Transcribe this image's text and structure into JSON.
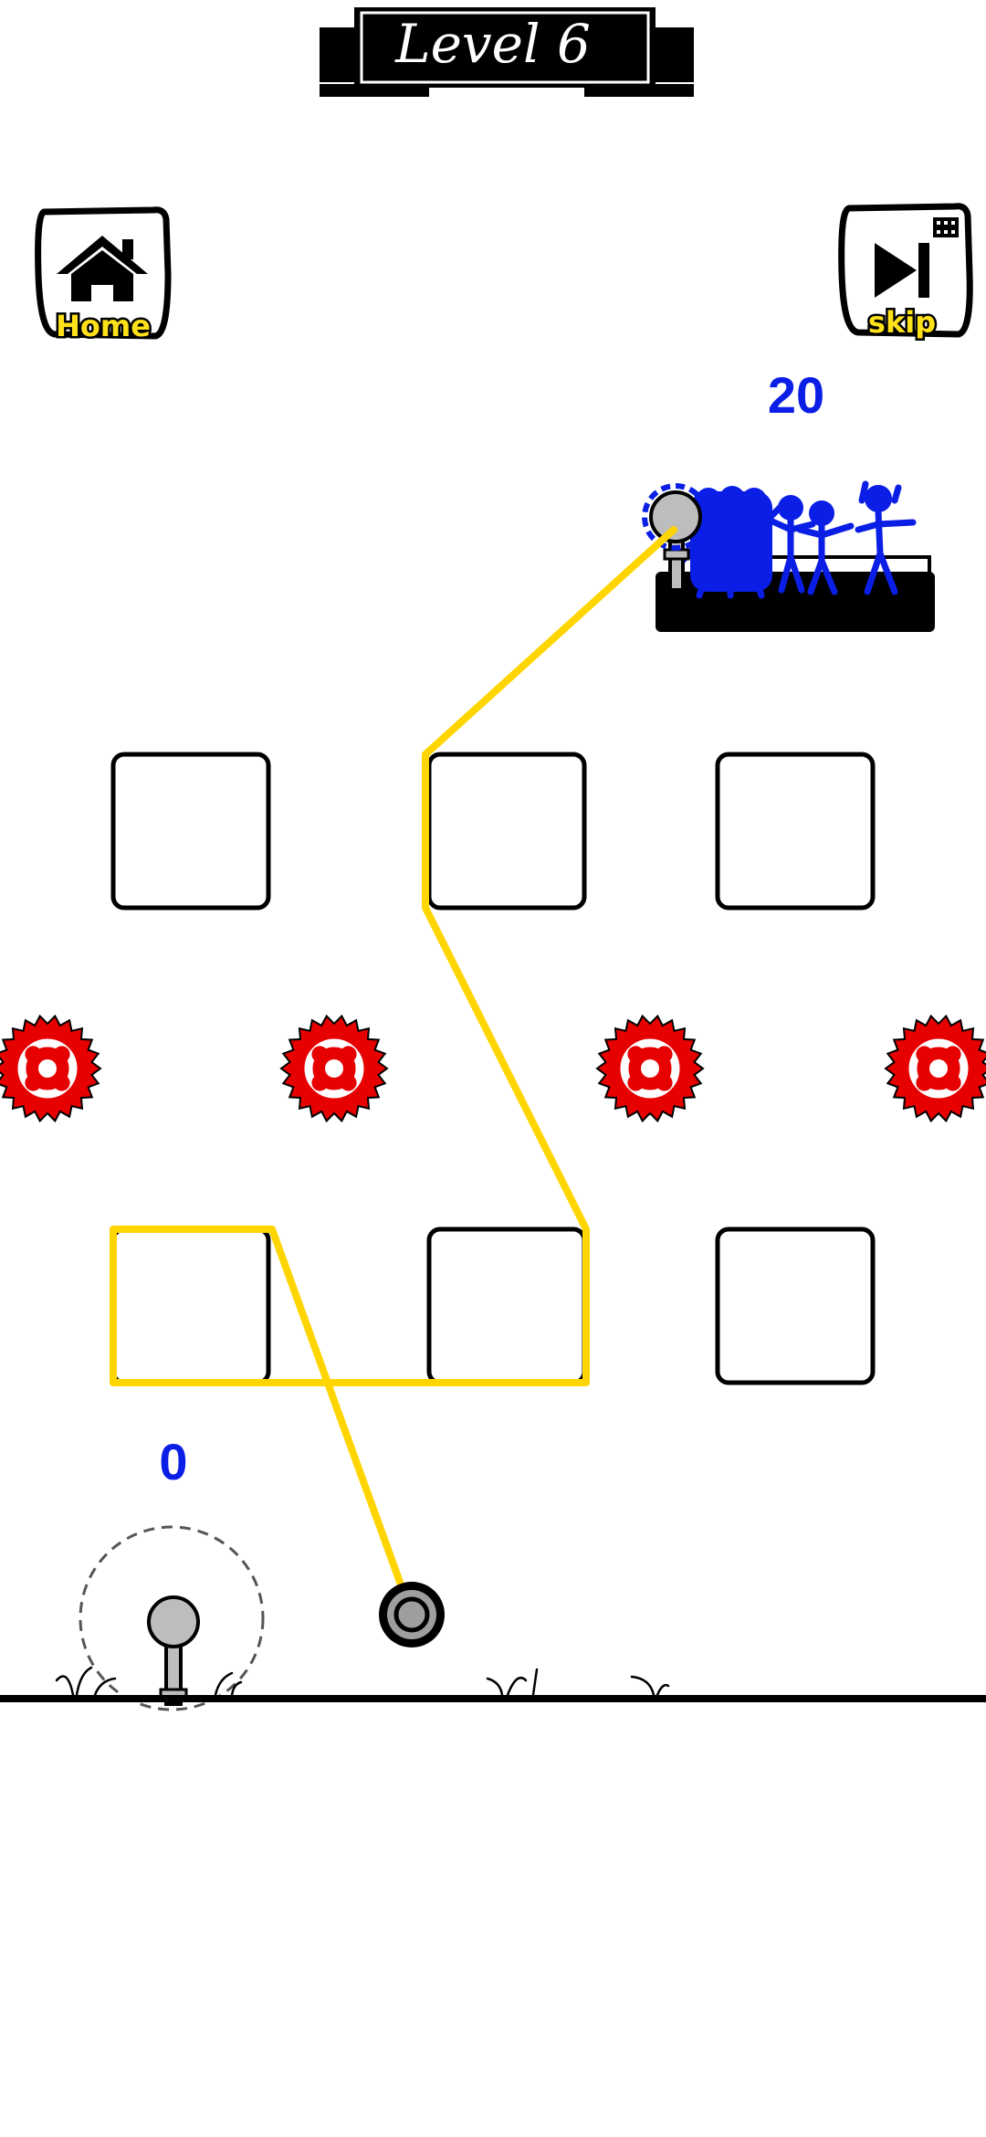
{
  "level": {
    "title": "Level 6"
  },
  "buttons": {
    "home": {
      "label": "Home",
      "icon": "home-icon"
    },
    "skip": {
      "label": "skip",
      "icon": "skip-icon",
      "badge_icon": "video-ad-icon"
    }
  },
  "counters": {
    "start": "0",
    "target": "20"
  },
  "colors": {
    "rope": "#ffd500",
    "stickmen": "#0a1ee6",
    "saw": "#e60000",
    "peg": "#bdbdbd",
    "outline": "#000000"
  }
}
